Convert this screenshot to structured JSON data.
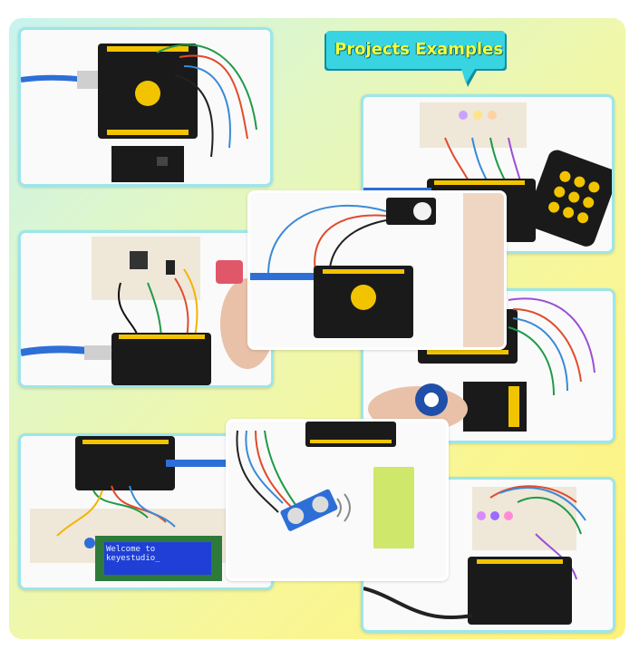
{
  "banner": {
    "title": "Projects Examples"
  },
  "lcd": {
    "line1": "Welcome to",
    "line2": "keyestudio_"
  },
  "colors": {
    "board": "#1a1a1a",
    "board_yellow": "#f2c400",
    "cable": "#2d6fd6",
    "frame": "#9be6ea",
    "banner": "#39d4e2"
  },
  "photos": [
    {
      "name": "photo-board-sensor-module"
    },
    {
      "name": "photo-breadboard-leds-remote"
    },
    {
      "name": "photo-sound-sensor"
    },
    {
      "name": "photo-breadboard-hand"
    },
    {
      "name": "photo-rfid-module"
    },
    {
      "name": "photo-lcd-display"
    },
    {
      "name": "photo-ultrasonic"
    },
    {
      "name": "photo-breadboard-rgb"
    }
  ]
}
